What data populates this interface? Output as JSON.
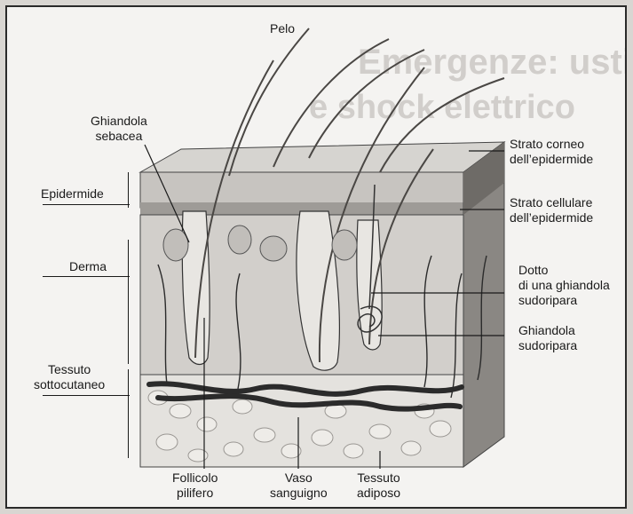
{
  "labels": {
    "pelo": "Pelo",
    "ghiandola_sebacea": [
      "Ghiandola",
      "sebacea"
    ],
    "epidermide": "Epidermide",
    "derma": "Derma",
    "tessuto_sottocutaneo": [
      "Tessuto",
      "sottocutaneo"
    ],
    "strato_corneo": [
      "Strato corneo",
      "dell’epidermide"
    ],
    "strato_cellulare": [
      "Strato cellulare",
      "dell’epidermide"
    ],
    "dotto": [
      "Dotto",
      "di una ghiandola",
      "sudoripara"
    ],
    "ghiandola_sudoripara": [
      "Ghiandola",
      "sudoripara"
    ],
    "follicolo": [
      "Follicolo",
      "pilifero"
    ],
    "vaso": [
      "Vaso",
      "sanguigno"
    ],
    "tessuto_adiposo": [
      "Tessuto",
      "adiposo"
    ]
  },
  "background_text": {
    "heading_line1": "Emergenze: ustioni",
    "heading_line2": "e shock elettrico"
  },
  "colors": {
    "stroke": "#1a1a1a",
    "skin_light": "#dcdad6",
    "skin_mid": "#b9b6b2",
    "skin_dark": "#7e7b77",
    "fat": "#e7e5e1",
    "vessel": "#2b2b2b"
  }
}
